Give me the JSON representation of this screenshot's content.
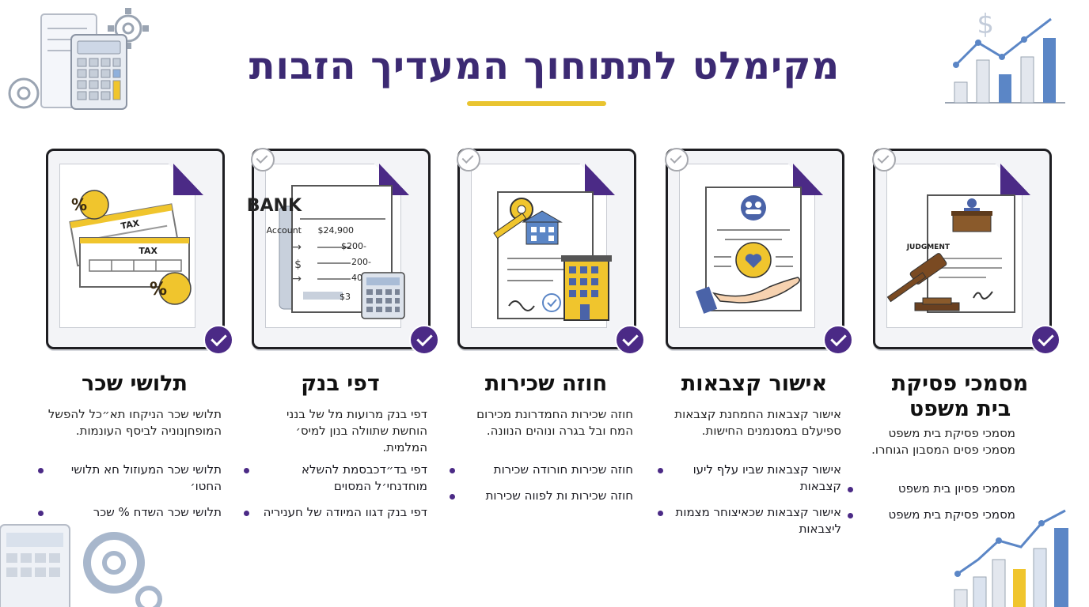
{
  "page": {
    "title": "מקימלט לתתוחוך המעדיך הזבות"
  },
  "columns": [
    {
      "id": "pay-slips",
      "heading": "תלושי שכר",
      "description": "תלושי שכר הניקחו תא״כל להפשל המופחןנוניה לביסף העונמות.",
      "bullets": [
        "תלושי שכר המעוזול חא תלושי החטו׳",
        "תלושי שכר השדח % שכר"
      ],
      "illustration": {
        "tax_label_1": "TAX",
        "tax_label_2": "TAX",
        "icon": "percent-icon"
      }
    },
    {
      "id": "bank-statements",
      "heading": "דפי בנק",
      "description": "דפי בנק מרועות מל של בנני הוחשת שתוולה בנון למיס׳ המלמית.",
      "bullets": [
        "דפי בד״דכבסמת להשלא מוחדנחי׳ל המסוים",
        "דפי בנק דגוו המיודה של חעניריה"
      ],
      "illustration": {
        "bank_label": "BANK",
        "account_label": "Account",
        "amount": "$24,900",
        "rows": [
          "-$200",
          "-200",
          "-400"
        ],
        "total": "$3",
        "icon": "calculator-icon"
      }
    },
    {
      "id": "rental-contract",
      "heading": "חוזה שכירות",
      "description": "חוזה שכירות החמדרונת מכירום המח ובל בגרה ונוהים הנוונה.",
      "bullets": [
        "חוזה שכירות חורודה שכירות",
        "חוזה שכירות ות לפווה שכירות"
      ],
      "illustration": {
        "icon": "key-icon"
      }
    },
    {
      "id": "allowance-approval",
      "heading": "אישור קצבאות",
      "description": "אישור קצבאות החמחנת קצבאות ספיעלם במסנמנים החישות.",
      "bullets": [
        "אישור קצבאות שביו עלף ליעו קצבאות",
        "אישור קצבאות שכאיצוחר מצמות ליצבאות"
      ],
      "illustration": {
        "icon": "heart-hand-icon"
      }
    },
    {
      "id": "court-documents",
      "heading": "מסמכי פסיקת בית משפט",
      "description": "מסמכי פסיקת בית משפט מסמכי פסים המסבון הגוחרו.",
      "bullets": [
        "מסמכי פסיון בית משפט",
        "מסמכי פסיקת בית משפט"
      ],
      "illustration": {
        "judgment_label": "JUDGMENT",
        "icon": "gavel-icon"
      }
    }
  ],
  "colors": {
    "title": "#3c2a73",
    "accent": "#4b2a86",
    "underline": "#e9c430",
    "yellow": "#f0c52d",
    "blue": "#4f7fc1"
  }
}
